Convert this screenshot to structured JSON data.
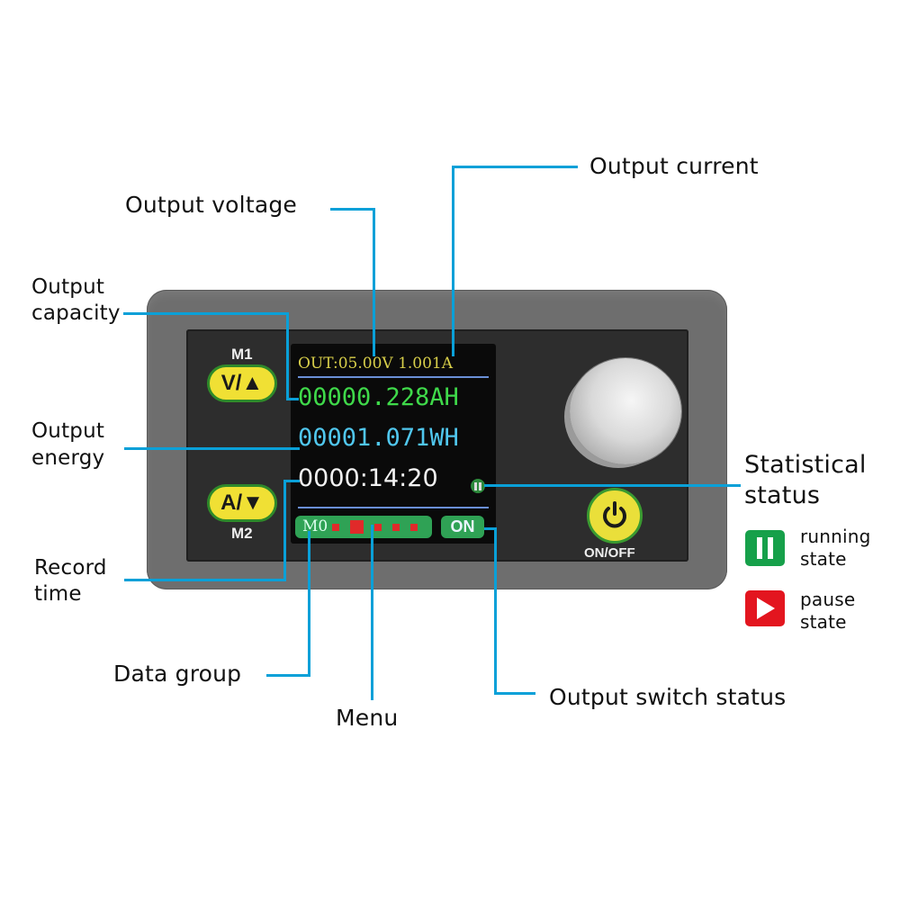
{
  "callouts": {
    "output_voltage": "Output voltage",
    "output_current": "Output current",
    "output_capacity": [
      "Output",
      "capacity"
    ],
    "output_energy": [
      "Output",
      "energy"
    ],
    "record_time": [
      "Record",
      "time"
    ],
    "statistical_status": [
      "Statistical",
      "status"
    ],
    "data_group": "Data group",
    "menu": "Menu",
    "output_switch_status": "Output switch status"
  },
  "legend": {
    "running": {
      "label": [
        "running",
        "state"
      ],
      "color": "#16a04a",
      "icon": "pause-icon"
    },
    "pause": {
      "label": [
        "pause",
        "state"
      ],
      "color": "#e3151f",
      "icon": "play-icon"
    }
  },
  "device": {
    "buttons": {
      "m1_label": "M1",
      "m1_text": "V/▲",
      "m2_label": "M2",
      "m2_text": "A/▼",
      "power_label": "ON/OFF"
    },
    "lcd": {
      "header": "OUT:05.00V 1.001A",
      "capacity": "00000.228AH",
      "energy": "00001.071WH",
      "time": "0000:14:20",
      "status_icon": "pause-icon",
      "data_group": "M0",
      "switch": "ON",
      "colors": {
        "header": "#d8cf4a",
        "capacity": "#3fd94a",
        "energy": "#50c7ee",
        "time": "#f2f2f2",
        "menu_bar": "#2fa255",
        "menu_dots": "#e02a2a"
      }
    }
  },
  "accent_line_color": "#0aa0d8"
}
